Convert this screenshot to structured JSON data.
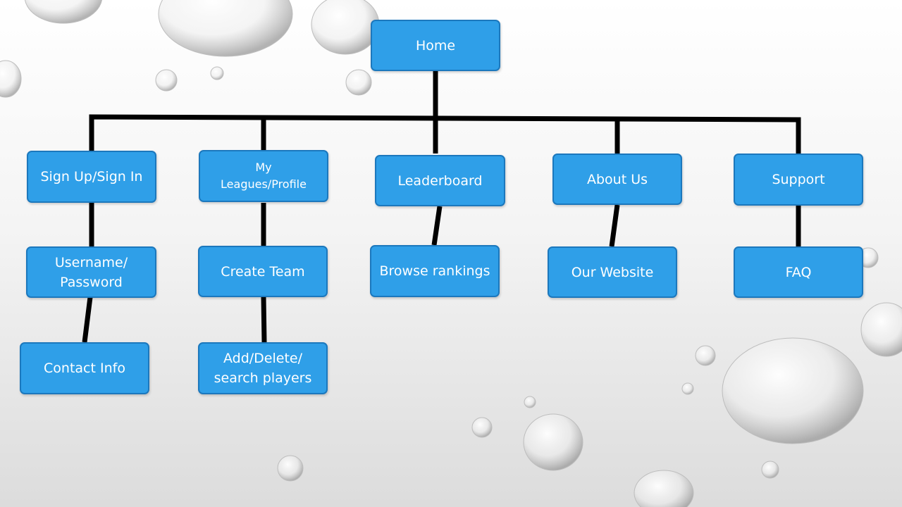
{
  "colors": {
    "node_fill": "#2f9fe8",
    "node_border": "#1c78bd",
    "node_text": "#ffffff",
    "connector": "#000000"
  },
  "root": {
    "label": "Home"
  },
  "branches": [
    {
      "label": "Sign Up/Sign In",
      "children": [
        "Username/\nPassword",
        "Contact Info"
      ]
    },
    {
      "label": "My\nLeagues/Profile",
      "children": [
        "Create Team",
        "Add/Delete/\nsearch players"
      ]
    },
    {
      "label": "Leaderboard",
      "children": [
        "Browse rankings"
      ]
    },
    {
      "label": "About Us",
      "children": [
        "Our Website"
      ]
    },
    {
      "label": "Support",
      "children": [
        "FAQ"
      ]
    }
  ]
}
